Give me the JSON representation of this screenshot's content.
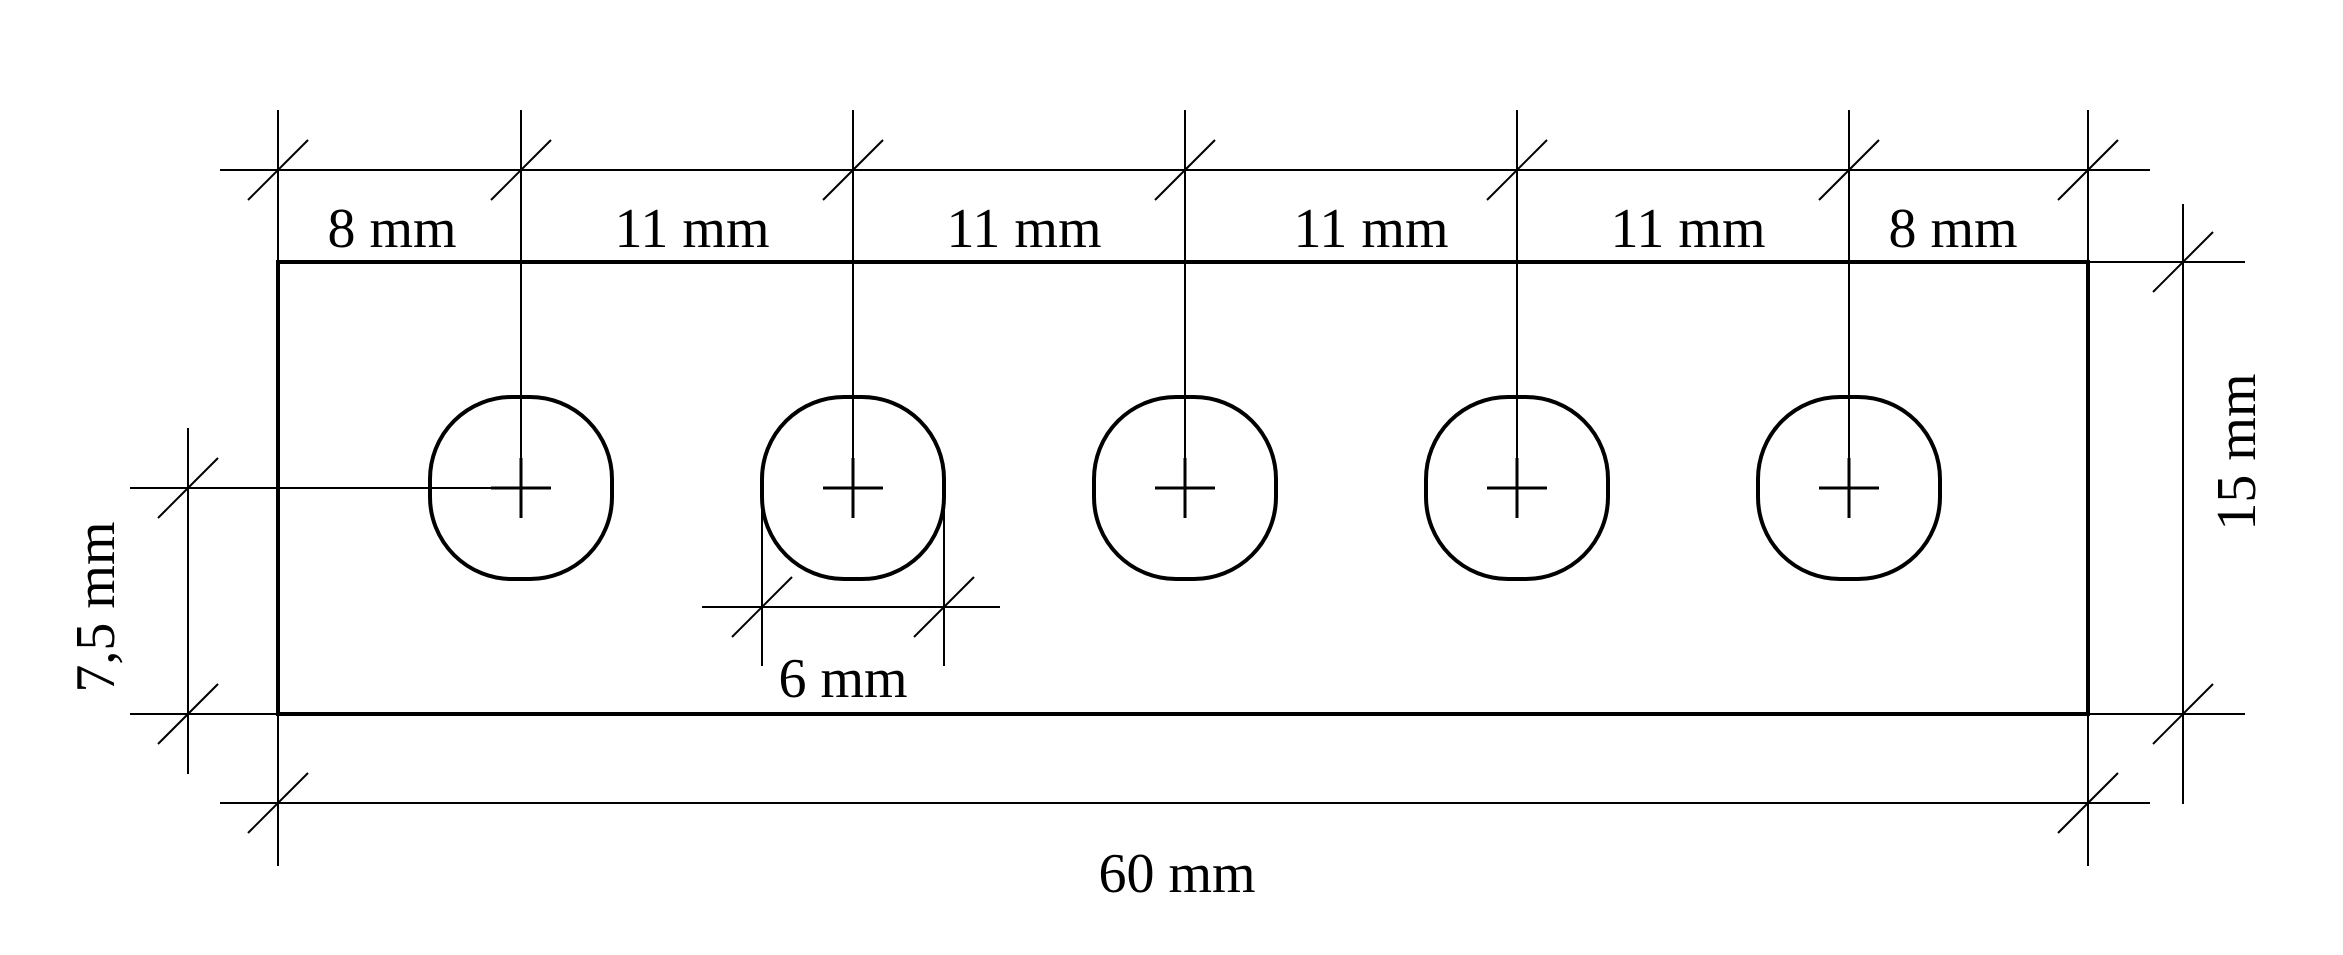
{
  "drawing": {
    "dimensions": {
      "top": [
        "8 mm",
        "11 mm",
        "11 mm",
        "11 mm",
        "11 mm",
        "8 mm"
      ],
      "overall_width": "60 mm",
      "overall_height": "15 mm",
      "hole_row_offset": "7,5 mm",
      "hole_diameter": "6 mm"
    },
    "hole_count": 5
  }
}
